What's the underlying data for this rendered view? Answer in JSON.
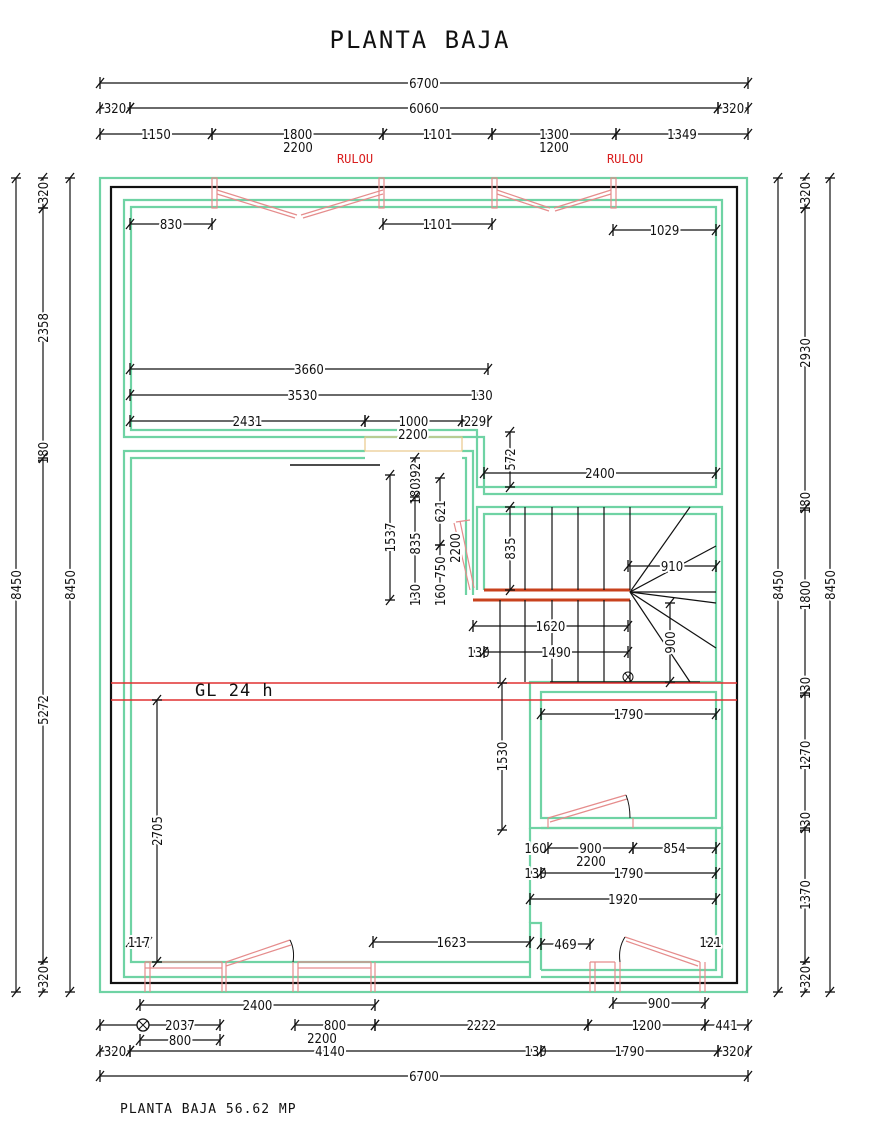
{
  "title": "PLANTA BAJA",
  "footer": "PLANTA BAJA 56.62 MP",
  "annotations": {
    "rulou_left": "RULOU",
    "rulou_right": "RULOU",
    "gl_beam": "GL 24 h"
  },
  "colors": {
    "wall": "#6fd3a4",
    "window": "#e58c8c",
    "beam": "#e03030",
    "stair_edge": "#c8421e",
    "label_red": "#d92020"
  },
  "dims": {
    "top": [
      "6700",
      "320",
      "6060",
      "320",
      "1150",
      "1800",
      "2200",
      "1101",
      "1300",
      "1200",
      "1349"
    ],
    "interior": [
      "830",
      "1101",
      "1029",
      "3660",
      "3530",
      "130",
      "2431",
      "1000",
      "229",
      "2200",
      "2400",
      "572",
      "835",
      "1537",
      "392",
      "180",
      "835",
      "130",
      "621",
      "750",
      "160",
      "2200",
      "910",
      "1620",
      "130",
      "1490",
      "900",
      "1790",
      "1530",
      "2705",
      "160",
      "900",
      "854",
      "2200",
      "130",
      "1790",
      "1920",
      "117",
      "1623",
      "469",
      "121"
    ],
    "left": [
      "8450",
      "320",
      "2358",
      "180",
      "5272",
      "320",
      "8450"
    ],
    "right": [
      "8450",
      "320",
      "2930",
      "180",
      "1800",
      "130",
      "1270",
      "130",
      "1370",
      "320",
      "8450"
    ],
    "bottom": [
      "2400",
      "900",
      "2037",
      "800",
      "2200",
      "2222",
      "1200",
      "441",
      "800",
      "320",
      "4140",
      "130",
      "1790",
      "320",
      "6700"
    ]
  }
}
